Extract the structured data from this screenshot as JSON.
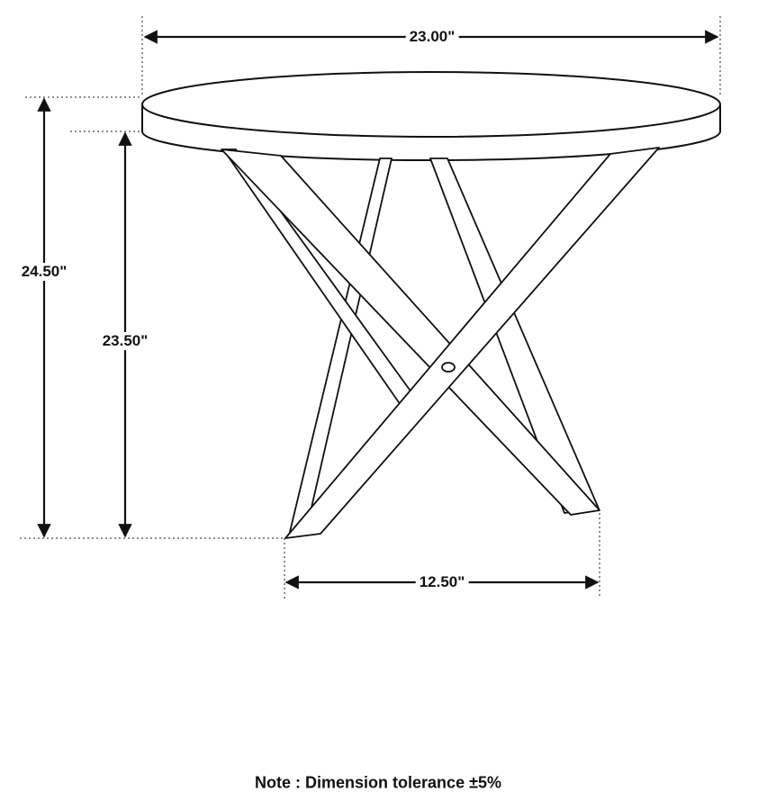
{
  "diagram": {
    "subject": "Round table with crossed X-leg base",
    "dimensions": {
      "width": "23.00\"",
      "overall_height": "24.50\"",
      "under_top_height": "23.50\"",
      "base_width": "12.50\""
    },
    "note": "Note : Dimension tolerance ±5%",
    "colors": {
      "line": "#111111",
      "background": "#ffffff"
    }
  }
}
